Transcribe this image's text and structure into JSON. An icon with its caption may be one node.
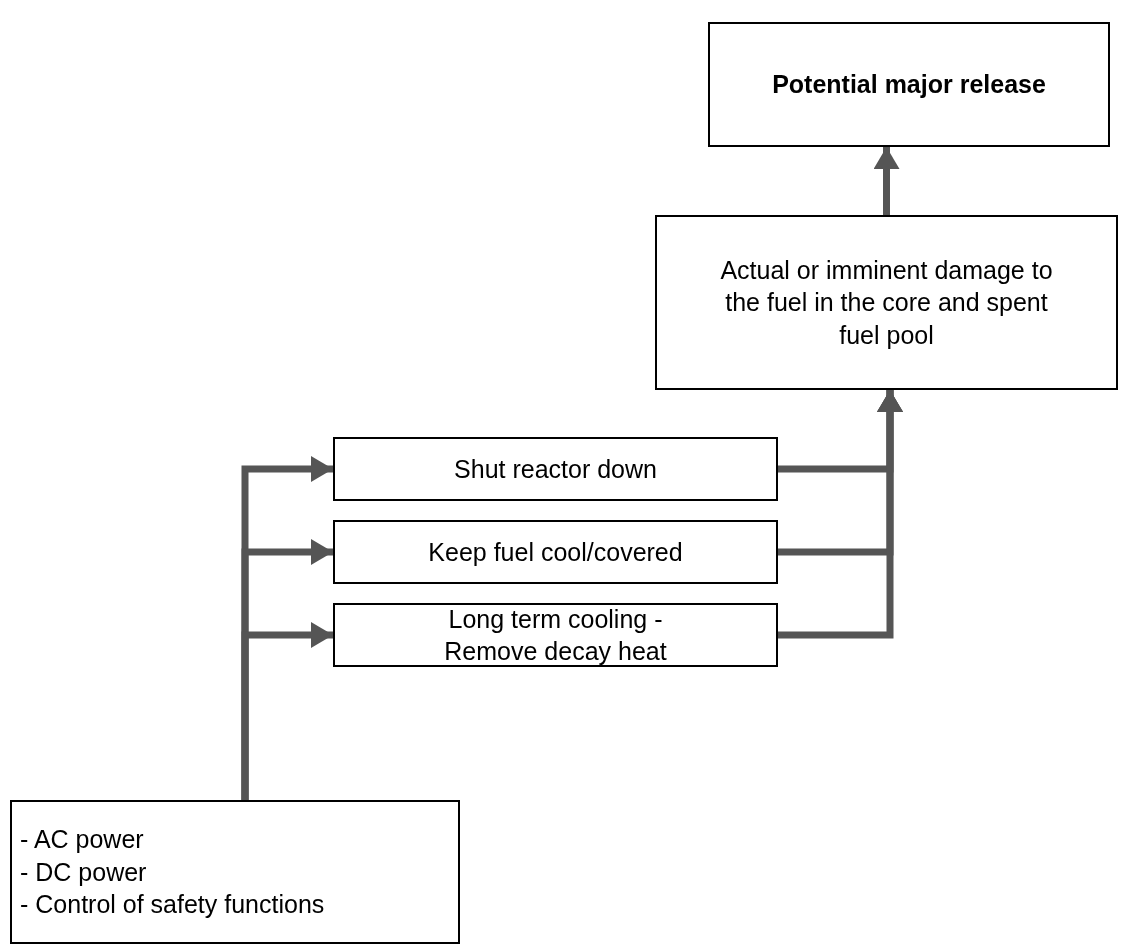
{
  "diagram": {
    "nodes": [
      {
        "text": [
          "Potential major release"
        ]
      },
      {
        "text": [
          "Actual or imminent damage to the fuel in the core and spent fuel pool"
        ]
      },
      {
        "text": [
          "Shut reactor down"
        ]
      },
      {
        "text": [
          "Keep fuel cool/covered"
        ]
      },
      {
        "text": [
          "Long term cooling - Remove decay heat"
        ]
      },
      {
        "text": [
          "- AC power",
          "- DC power",
          "- Control of safety functions"
        ]
      }
    ],
    "edges": [
      {
        "from": 1,
        "to": 0,
        "arrow": "to"
      },
      {
        "from": 2,
        "to": 1,
        "arrow": "to"
      },
      {
        "from": 3,
        "to": 1,
        "arrow": "to"
      },
      {
        "from": 4,
        "to": 1,
        "arrow": "to"
      },
      {
        "from": 5,
        "to": 2,
        "arrow": "to"
      },
      {
        "from": 5,
        "to": 3,
        "arrow": "to"
      },
      {
        "from": 5,
        "to": 4,
        "arrow": "to"
      }
    ]
  }
}
